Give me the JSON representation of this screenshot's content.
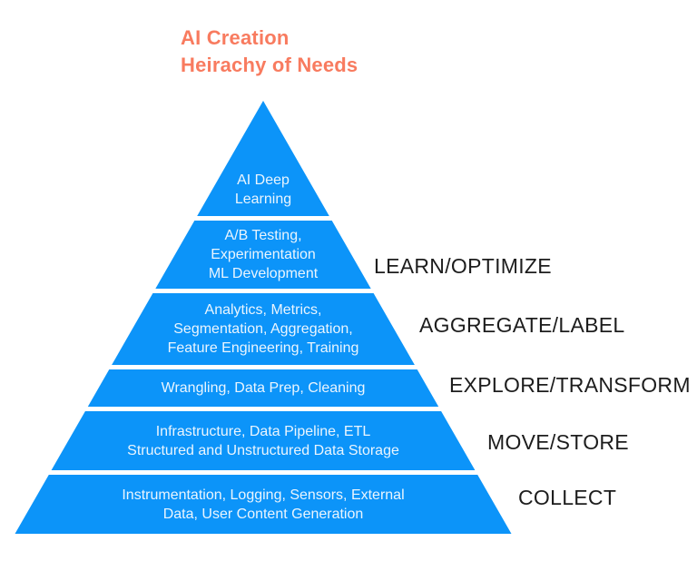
{
  "title": {
    "line1": "AI Creation",
    "line2": "Heirachy of Needs"
  },
  "colors": {
    "title-orange": "#F87B5F",
    "pyramid-blue": "#0C94F9",
    "level-text": "#EAF5FE",
    "stage-label-text": "#1D1D1D",
    "background": "#FFFFFF"
  },
  "pyramid": {
    "levels": [
      {
        "name": "ai-deep-learning",
        "lines": [
          "AI Deep",
          "Learning"
        ],
        "stage_label": ""
      },
      {
        "name": "learn-optimize",
        "lines": [
          "A/B Testing,",
          "Experimentation",
          "ML Development"
        ],
        "stage_label": "LEARN/OPTIMIZE"
      },
      {
        "name": "aggregate-label",
        "lines": [
          "Analytics, Metrics,",
          "Segmentation, Aggregation,",
          "Feature Engineering, Training"
        ],
        "stage_label": "AGGREGATE/LABEL"
      },
      {
        "name": "explore-transform",
        "lines": [
          "Wrangling, Data Prep, Cleaning"
        ],
        "stage_label": "EXPLORE/TRANSFORM"
      },
      {
        "name": "move-store",
        "lines": [
          "Infrastructure, Data Pipeline, ETL",
          "Structured and Unstructured Data Storage"
        ],
        "stage_label": "MOVE/STORE"
      },
      {
        "name": "collect",
        "lines": [
          "Instrumentation, Logging, Sensors, External",
          "Data, User Content Generation"
        ],
        "stage_label": "COLLECT"
      }
    ]
  }
}
